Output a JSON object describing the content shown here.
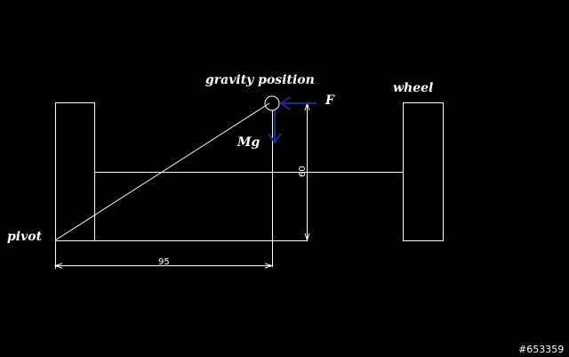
{
  "labels": {
    "gravity_position": "gravity position",
    "force": "F",
    "weight": "Mg",
    "wheel": "wheel",
    "pivot": "pivot"
  },
  "dimensions": {
    "horizontal": "95",
    "vertical": "60"
  },
  "watermark": "#653359",
  "colors": {
    "background": "#000000",
    "lines": "#ffffff",
    "arrows": "#1a2a8c"
  }
}
